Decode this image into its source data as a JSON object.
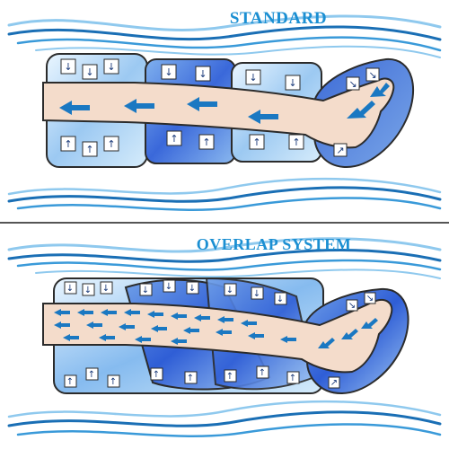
{
  "panels": {
    "standard": {
      "title": "STANDARD"
    },
    "overlap": {
      "title": "OVERLAP SYSTEM"
    }
  },
  "colors": {
    "title": "#1b8fd2",
    "wave_dark": "#1a6fb5",
    "wave_mid": "#3a9ad9",
    "wave_light": "#8fc9ee",
    "chamber_light": "#dff0fc",
    "chamber_mid": "#7fb8ee",
    "chamber_dark": "#2b5fd6",
    "skin": "#f4dccb",
    "skin_outline": "#2b2b2b",
    "flow_arrow": "#1a78c2",
    "divider": "#555555"
  },
  "icons": [
    "wave-decoration",
    "compression-chamber",
    "leg-illustration",
    "flow-arrow-icon",
    "pressure-arrow-icon"
  ]
}
